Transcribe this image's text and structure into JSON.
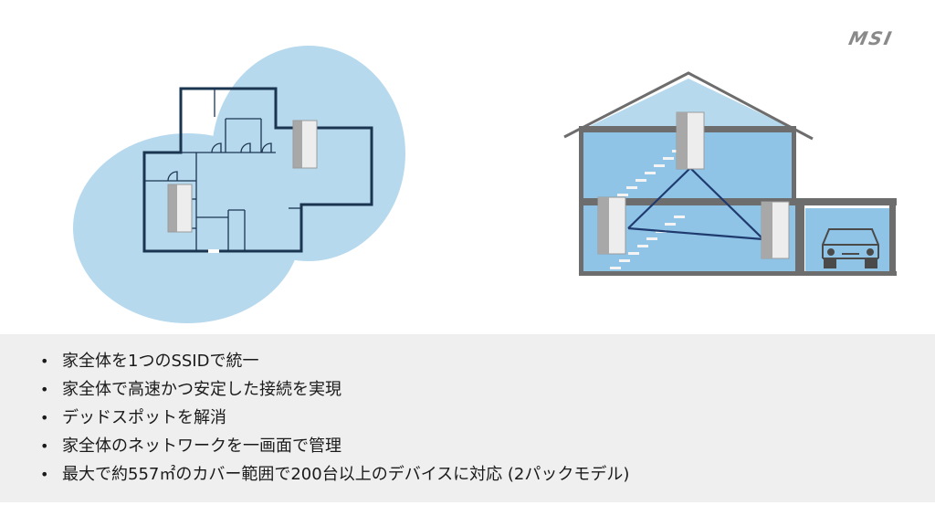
{
  "brand": {
    "logo_text": "MSI"
  },
  "bullets": [
    "家全体を1つのSSIDで統一",
    "家全体で高速かつ安定した接続を実現",
    "デッドスポットを解消",
    "家全体のネットワークを一画面で管理",
    "最大で約557㎡のカバー範囲で200台以上のデバイスに対応 (2パックモデル)"
  ],
  "colors": {
    "coverage_blue": "#b7d9ee",
    "room_blue": "#8fc4e6",
    "wall_dark": "#1a3550",
    "house_gray": "#6d6d6d",
    "panel_bg": "#efefef",
    "mesh_line": "#1e3a6e"
  },
  "icons": {
    "router": "router-icon",
    "car": "car-icon",
    "stairs": "stairs-icon"
  }
}
